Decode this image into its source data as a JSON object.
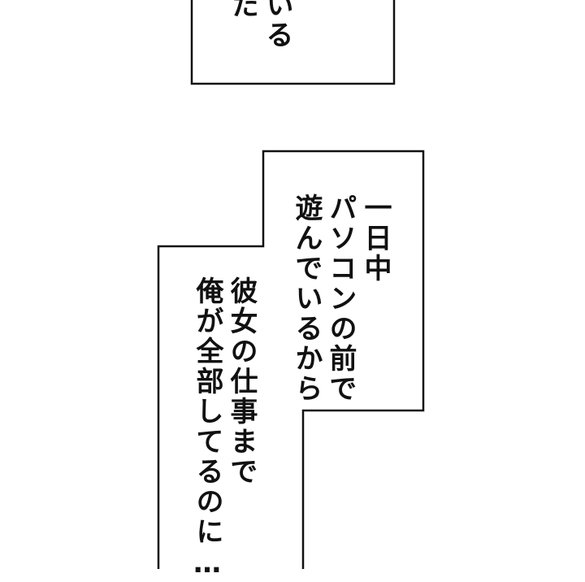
{
  "colors": {
    "background": "#ffffff",
    "border": "#111111",
    "text": "#111111"
  },
  "caption_top": {
    "lines": [
      "いる",
      "だ"
    ]
  },
  "caption_main": {
    "right_lines": [
      "一日中",
      "パソコンの前で",
      "遊んでいるから"
    ],
    "left_lines": [
      "彼女の仕事まで",
      "俺が全部してるのに…"
    ]
  }
}
